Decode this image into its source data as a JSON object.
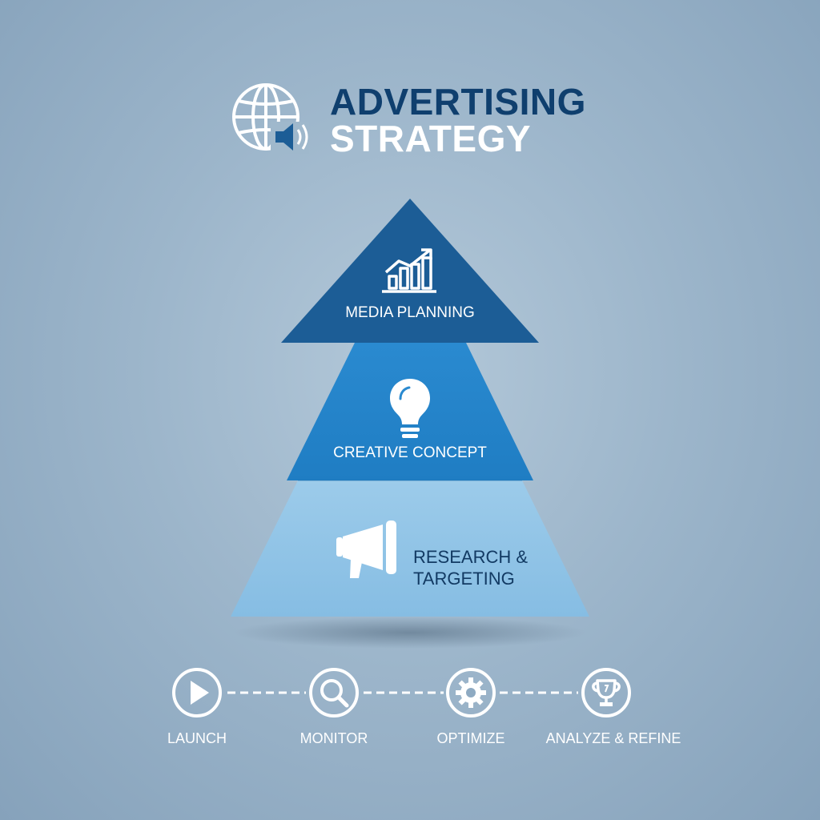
{
  "header": {
    "title_line1": "ADVERTISING",
    "title_line2": "STRATEGY",
    "logo_icon": "globe-with-speaker-icon"
  },
  "pyramid": {
    "tiers": [
      {
        "label": "MEDIA PLANNING",
        "icon": "bar-chart-growth-icon",
        "color": "#1c5d96"
      },
      {
        "label": "CREATIVE CONCEPT",
        "icon": "lightbulb-icon",
        "color": "#2a8ad0"
      },
      {
        "label_line1": "RESEARCH &",
        "label_line2": "TARGETING",
        "icon": "megaphone-icon",
        "color": "#8ec3e6"
      }
    ]
  },
  "process": {
    "steps": [
      {
        "label": "LAUNCH",
        "icon": "play-icon"
      },
      {
        "label": "MONITOR",
        "icon": "magnifier-icon"
      },
      {
        "label": "OPTIMIZE",
        "icon": "gear-icon"
      },
      {
        "label": "ANALYZE & REFINE",
        "icon": "trophy-icon"
      }
    ]
  },
  "colors": {
    "navy": "#0f3f6e",
    "white": "#ffffff"
  }
}
